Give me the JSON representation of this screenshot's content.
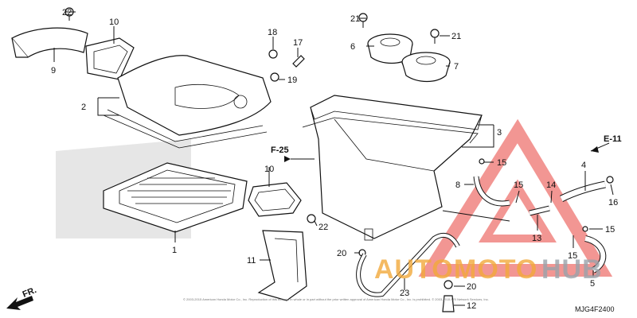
{
  "callouts": {
    "c1": "1",
    "c2": "2",
    "c3": "3",
    "c4": "4",
    "c5": "5",
    "c6": "6",
    "c7": "7",
    "c8": "8",
    "c9": "9",
    "c10a": "10",
    "c10b": "10",
    "c11": "11",
    "c12": "12",
    "c13": "13",
    "c14": "14",
    "c15a": "15",
    "c15b": "15",
    "c15c": "15",
    "c15d": "15",
    "c16": "16",
    "c17": "17",
    "c18": "18",
    "c19": "19",
    "c20a": "20",
    "c20b": "20",
    "c21a": "21",
    "c21b": "21",
    "c22a": "22",
    "c22b": "22",
    "c23": "23"
  },
  "refs": {
    "f25": "F-25",
    "e11": "E-11",
    "fr": "FR."
  },
  "diagram_code": "MJG4F2400",
  "watermark": {
    "part1": "AUTO",
    "part2": "MOTO",
    "part3": "HUB",
    "color_orange": "#f2a93b",
    "color_red": "#e8413b",
    "color_gray": "#9aa3ab"
  },
  "copyright": "© 2003-2015 American Honda Motor Co., Inc. Reproduction of this material in whole or in part without the prior written approval of American Honda Motor Co., Inc. is prohibited. © 2003-2015 ARI Network Services, Inc."
}
